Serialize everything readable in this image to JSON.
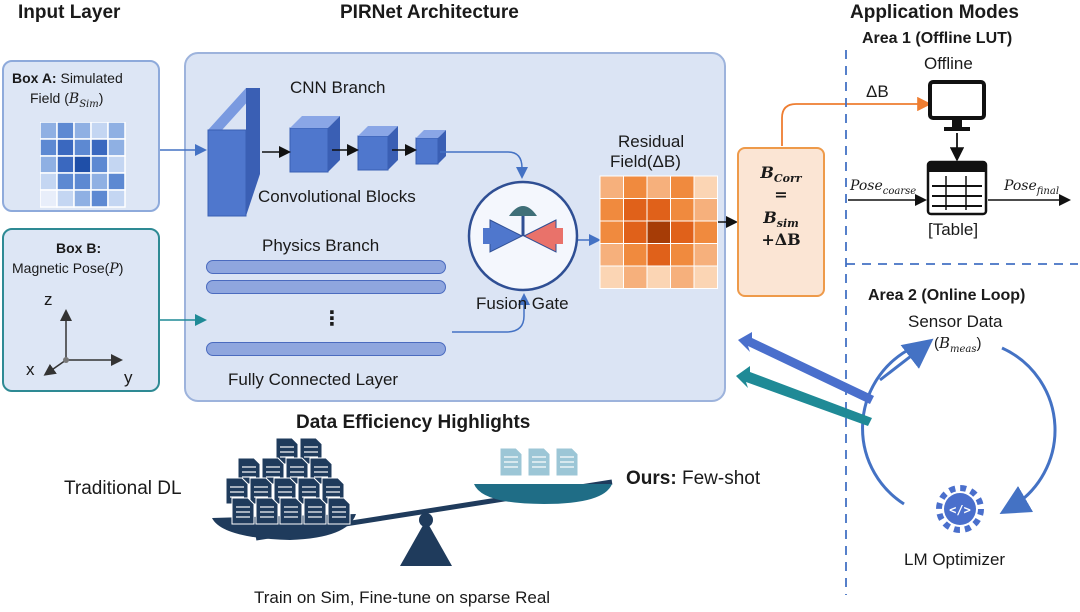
{
  "input_layer": {
    "title": "Input Layer",
    "box_a": {
      "label_bold": "Box A:",
      "label": "Simulated",
      "label2": "Field (",
      "symbol": "B",
      "subscript": "Sim",
      "close": ")"
    },
    "box_b": {
      "label_bold": "Box B:",
      "label": "Magnetic Pose(",
      "symbol": "P",
      "close": ")",
      "axes": {
        "z": "z",
        "x": "x",
        "y": "y"
      }
    }
  },
  "architecture": {
    "title": "PIRNet Architecture",
    "cnn_branch": "CNN Branch",
    "conv_blocks": "Convolutional Blocks",
    "physics_branch": "Physics Branch",
    "dots": "⋮",
    "fc_layer": "Fully Connected Layer",
    "fusion_gate": "Fusion Gate",
    "residual_line1": "Residual",
    "residual_line2": "Field(ΔB)"
  },
  "correction": {
    "line1": "B",
    "line1_sub": "Corr",
    "line2": "=",
    "line3": "B",
    "line3_sub": "sim",
    "line4": "+ΔB"
  },
  "application": {
    "title": "Application Modes",
    "area1": {
      "title": "Area 1 (Offline LUT)",
      "offline": "Offline",
      "delta_b": "ΔB",
      "pose_in": "Pose",
      "pose_in_sub": "coarse",
      "pose_out": "Pose",
      "pose_out_sub": "final",
      "table": "[Table]"
    },
    "area2": {
      "title": "Area 2 (Online Loop)",
      "sensor": "Sensor Data",
      "meas_open": "(",
      "meas_symbol": "B",
      "meas_sub": "meas",
      "meas_close": ")",
      "optimizer": "LM Optimizer"
    }
  },
  "efficiency": {
    "title": "Data Efficiency Highlights",
    "traditional": "Traditional DL",
    "ours_bold": "Ours:",
    "ours": "Few-shot",
    "caption": "Train on Sim, Fine-tune on sparse Real"
  },
  "colors": {
    "blue": "#4472c4",
    "teal": "#1f8a96",
    "orange": "#ee7d31",
    "navy": "#1f3b5c"
  }
}
